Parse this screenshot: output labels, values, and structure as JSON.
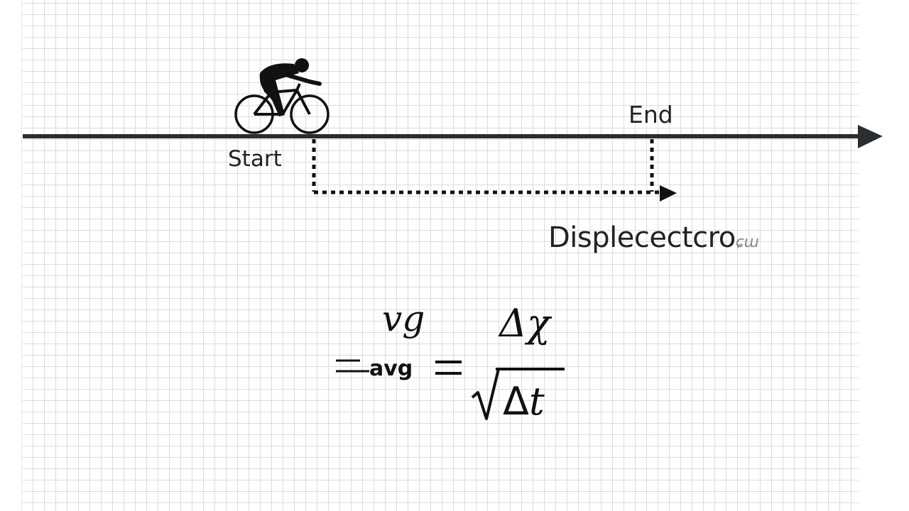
{
  "diagram": {
    "labels": {
      "start": "Start",
      "end": "End",
      "displacement": "Displecectcro",
      "displacement_smudge": "ɕɯ"
    },
    "formula": {
      "lhs_superscript": "vg",
      "lhs_subscript": "avg",
      "numerator": "Δχ",
      "denominator_delta": "Δ",
      "denominator_var": "t"
    },
    "icons": [
      "cyclist-icon",
      "arrow-right-icon"
    ],
    "colors": {
      "line": "#2b2e30",
      "text": "#222222",
      "grid": "#dcdcdc",
      "background": "#ffffff"
    }
  }
}
